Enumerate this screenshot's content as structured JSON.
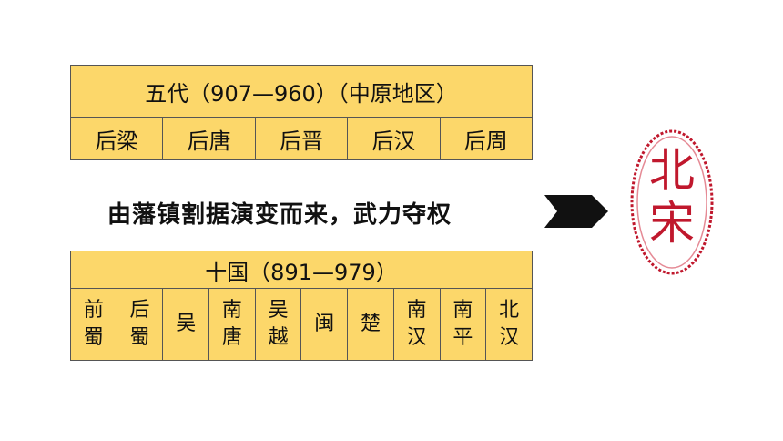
{
  "five_dynasties": {
    "header": "五代（907—960）（中原地区）",
    "states": [
      "后梁",
      "后唐",
      "后晋",
      "后汉",
      "后周"
    ]
  },
  "description": "由藩镇割据演变而来，武力夺权",
  "ten_kingdoms": {
    "header": "十国（891—979）",
    "states": [
      {
        "line1": "前",
        "line2": "蜀"
      },
      {
        "line1": "后",
        "line2": "蜀"
      },
      {
        "line1": "吴",
        "line2": ""
      },
      {
        "line1": "南",
        "line2": "唐"
      },
      {
        "line1": "吴",
        "line2": "越"
      },
      {
        "line1": "闽",
        "line2": ""
      },
      {
        "line1": "楚",
        "line2": ""
      },
      {
        "line1": "南",
        "line2": "汉"
      },
      {
        "line1": "南",
        "line2": "平"
      },
      {
        "line1": "北",
        "line2": "汉"
      }
    ]
  },
  "result": {
    "line1": "北",
    "line2": "宋"
  },
  "colors": {
    "table_fill": "#fcd76a",
    "seal_red": "#c0182d",
    "arrow": "#111111"
  },
  "icons": {
    "arrow": "chevron-right-icon"
  }
}
